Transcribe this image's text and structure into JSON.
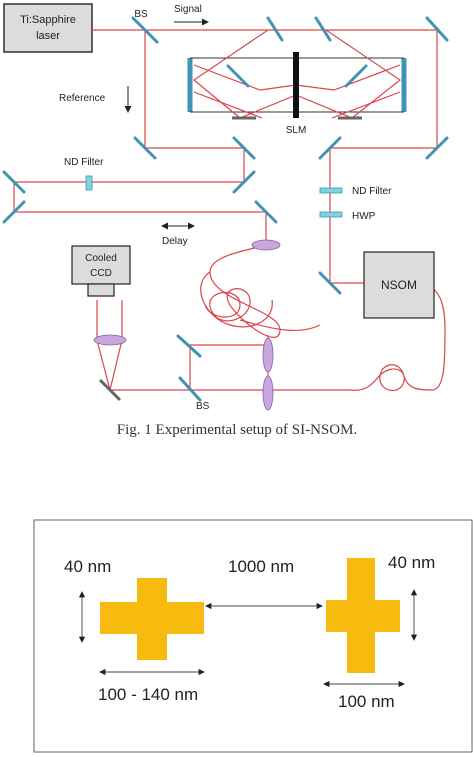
{
  "setup": {
    "laser_label_line1": "Ti:Sapphire",
    "laser_label_line2": "laser",
    "bs_top": "BS",
    "signal": "Signal",
    "reference": "Reference",
    "slm": "SLM",
    "nd_filter_left": "ND Filter",
    "nd_filter_right": "ND Filter",
    "hwp": "HWP",
    "delay": "Delay",
    "ccd_line1": "Cooled",
    "ccd_line2": "CCD",
    "nsom": "NSOM",
    "bs_bottom": "BS",
    "caption": "Fig. 1 Experimental setup of SI-NSOM."
  },
  "structure": {
    "height_left": "40 nm",
    "gap": "1000 nm",
    "height_right": "40 nm",
    "width_left": "100 - 140 nm",
    "width_right": "100 nm"
  },
  "colors": {
    "beam": "#d9474b",
    "mirror": "#3f93b3",
    "cross": "#f7bb10",
    "lens": "#c9a6dd"
  }
}
